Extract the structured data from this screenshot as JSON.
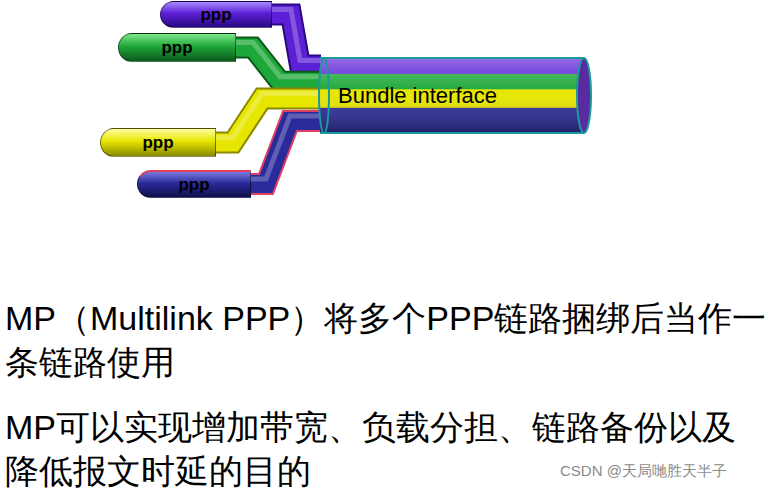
{
  "diagram": {
    "nodes": [
      {
        "text": [
          "ppp"
        ]
      },
      {
        "text": [
          "ppp"
        ]
      },
      {
        "text": [
          "ppp"
        ]
      },
      {
        "text": [
          "ppp"
        ]
      },
      {
        "text": [
          "Bundle interface"
        ]
      }
    ],
    "edges": [
      {
        "from": 0,
        "to": 4,
        "arrow": "none"
      },
      {
        "from": 1,
        "to": 4,
        "arrow": "none"
      },
      {
        "from": 2,
        "to": 4,
        "arrow": "none"
      },
      {
        "from": 3,
        "to": 4,
        "arrow": "none"
      }
    ],
    "labels": [
      "MP（Multilink PPP）将多个PPP链路捆绑后当作一条链路使用",
      "MP可以实现增加带宽、负载分担、链路备份以及降低报文时延的目的",
      "CSDN @天局哋胜天半子"
    ]
  }
}
